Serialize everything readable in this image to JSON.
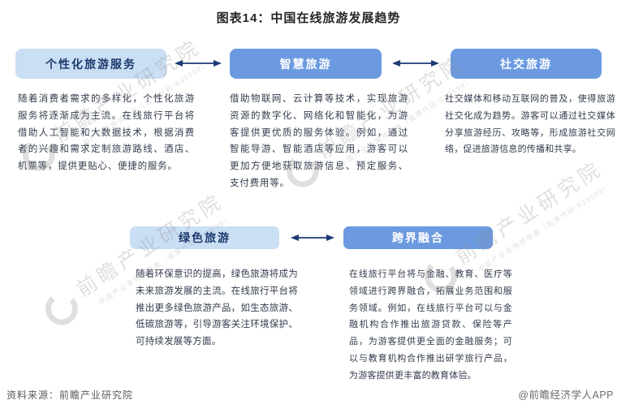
{
  "title": "图表14：中国在线旅游发展趋势",
  "trends": [
    {
      "label": "个性化旅游服务",
      "description": "随着消费者需求的多样化，个性化旅游服务将逐渐成为主流。在线旅行平台将借助人工智能和大数据技术，根据消费者的兴趣和需求定制旅游路线、酒店、机票等，提供更贴心、便捷的服务。"
    },
    {
      "label": "智慧旅游",
      "description": "借助物联网、云计算等技术，实现旅游资源的数字化、网络化和智能化，为游客提供更优质的服务体验。例如，通过智能导游、智能酒店等应用，游客可以更加方便地获取旅游信息、预定服务、支付费用等。"
    },
    {
      "label": "社交旅游",
      "description": "社交媒体和移动互联网的普及，使得旅游社交化成为趋势。游客可以通过社交媒体分享旅游经历、攻略等，形成旅游社交网络，促进旅游信息的传播和共享。"
    },
    {
      "label": "绿色旅游",
      "description": "随着环保意识的提高，绿色旅游将成为未来旅游发展的主流。在线旅行平台将推出更多绿色旅游产品，如生态旅游、低碳旅游等，引导游客关注环境保护、可持续发展等方面。"
    },
    {
      "label": "跨界融合",
      "description": "在线旅行平台将与金融、教育、医疗等领域进行跨界融合，拓展业务范围和服务领域。例如，在线旅行平台可以与金融机构合作推出旅游贷款、保险等产品，为游客提供更全面的金融服务；可以与教育机构合作推出研学旅行产品，为游客提供更丰富的教育体验。"
    }
  ],
  "watermark": {
    "brand": "前瞻产业研究院",
    "tagline": "中国产业咨询领导者（股票代码:839599）"
  },
  "footer": {
    "source": "资料来源：前瞻产业研究院",
    "credit": "@前瞻经济学人APP"
  },
  "colors": {
    "box_light_bg": "#cadef4",
    "box_light_text": "#1d3a6d",
    "box_solid_bg": "#6b9ae0",
    "box_solid_text": "#ffffff",
    "arrow": "#1c3a75",
    "body_text": "#333b4d",
    "watermark_gray": "#8f8f8f"
  },
  "icons": {
    "connector": "double-arrow-icon",
    "watermark_logo": "foresight-ring-icon"
  }
}
